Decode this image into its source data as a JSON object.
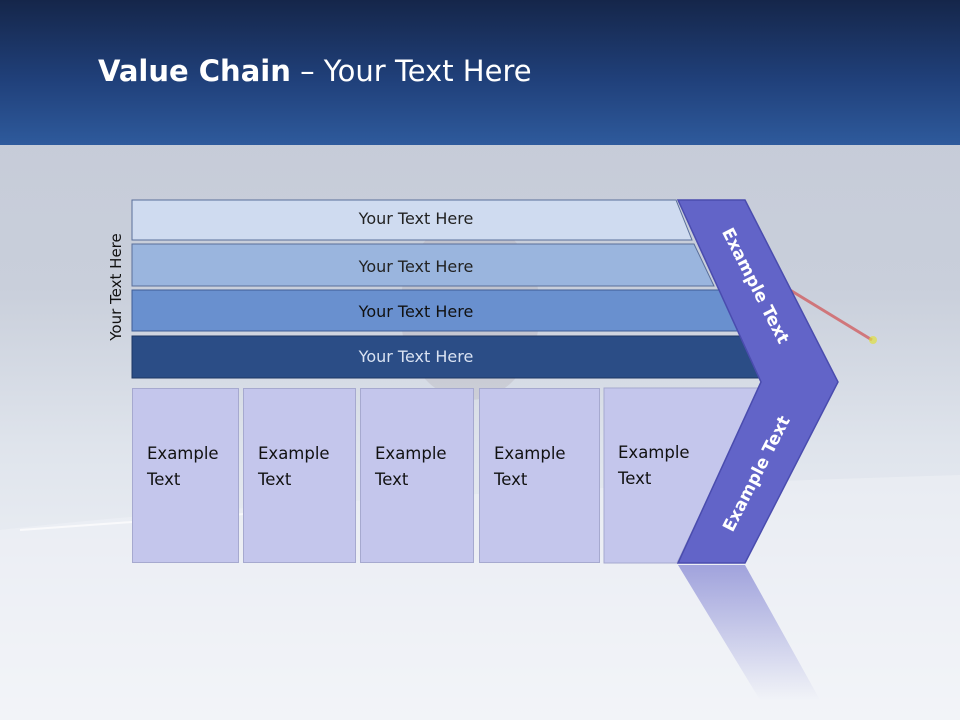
{
  "title": {
    "bold": "Value Chain",
    "rest": " – Your Text Here"
  },
  "side_label": "Your Text Here",
  "bars": [
    {
      "label": "Your Text Here",
      "fill": "#cfdbf0",
      "text_color": "#222222"
    },
    {
      "label": "Your Text Here",
      "fill": "#9ab5de",
      "text_color": "#222222"
    },
    {
      "label": "Your Text Here",
      "fill": "#6990cf",
      "text_color": "#111111"
    },
    {
      "label": "Your Text Here",
      "fill": "#2b4d86",
      "text_color": "#d9e2f2"
    }
  ],
  "boxes": [
    {
      "line1": "Example",
      "line2": "Text"
    },
    {
      "line1": "Example",
      "line2": "Text"
    },
    {
      "line1": "Example",
      "line2": "Text"
    },
    {
      "line1": "Example",
      "line2": "Text"
    },
    {
      "line1": "Example",
      "line2": "Text"
    }
  ],
  "chevron": {
    "top_label": "Example Text",
    "bottom_label": "Example Text",
    "fill": "#6264c8"
  }
}
